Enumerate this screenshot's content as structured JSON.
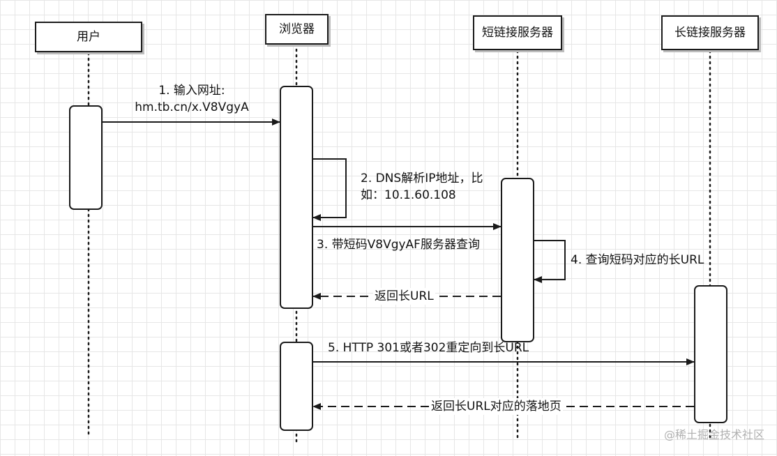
{
  "participants": [
    {
      "id": "user",
      "label": "用户"
    },
    {
      "id": "browser",
      "label": "浏览器"
    },
    {
      "id": "short_server",
      "label": "短链接服务器"
    },
    {
      "id": "long_server",
      "label": "长链接服务器"
    }
  ],
  "messages": [
    {
      "id": "m1",
      "line1": "1. 输入网址:",
      "line2": "hm.tb.cn/x.V8VgyA",
      "from": "user",
      "to": "browser",
      "style": "solid"
    },
    {
      "id": "m2",
      "line1": "2. DNS解析IP地址，比",
      "line2": "如：10.1.60.108",
      "from": "browser",
      "to": "browser",
      "style": "solid"
    },
    {
      "id": "m3",
      "text": "3. 带短码V8VgyAF服务器查询",
      "from": "browser",
      "to": "short_server",
      "style": "solid"
    },
    {
      "id": "m4",
      "text": "4. 查询短码对应的长URL",
      "from": "short_server",
      "to": "short_server",
      "style": "solid"
    },
    {
      "id": "m5",
      "text": "返回长URL",
      "from": "short_server",
      "to": "browser",
      "style": "dashed"
    },
    {
      "id": "m6",
      "text": "5. HTTP 301或者302重定向到长URL",
      "from": "browser",
      "to": "long_server",
      "style": "solid"
    },
    {
      "id": "m7",
      "text": "返回长URL对应的落地页",
      "from": "long_server",
      "to": "browser",
      "style": "dashed"
    }
  ],
  "watermark": "@稀土掘金技术社区"
}
